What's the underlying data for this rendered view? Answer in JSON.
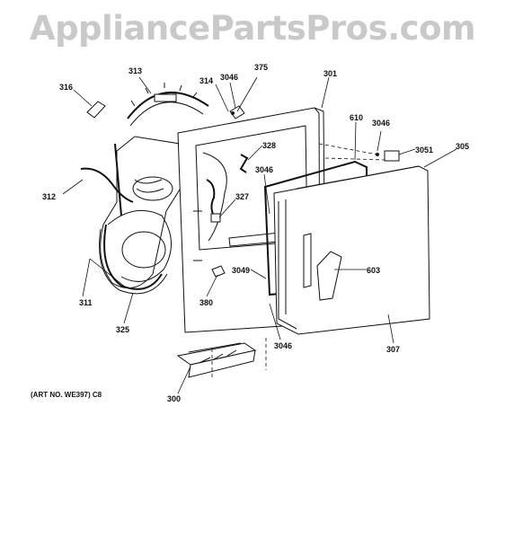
{
  "watermark": "AppliancePartsPros.com",
  "art_note": "(ART NO. WE397) C8",
  "callouts": {
    "c316": "316",
    "c313": "313",
    "c314": "314",
    "c3046_top": "3046",
    "c375": "375",
    "c301": "301",
    "c610": "610",
    "c3046_right": "3046",
    "c3051": "3051",
    "c305": "305",
    "c328": "328",
    "c3046_mid": "3046",
    "c312": "312",
    "c327": "327",
    "c603": "603",
    "c311": "311",
    "c325": "325",
    "c380": "380",
    "c3049": "3049",
    "c3046_low": "3046",
    "c307": "307",
    "c300": "300"
  },
  "colors": {
    "line": "#111111",
    "watermark": "#c9c9c9",
    "background": "#ffffff"
  }
}
